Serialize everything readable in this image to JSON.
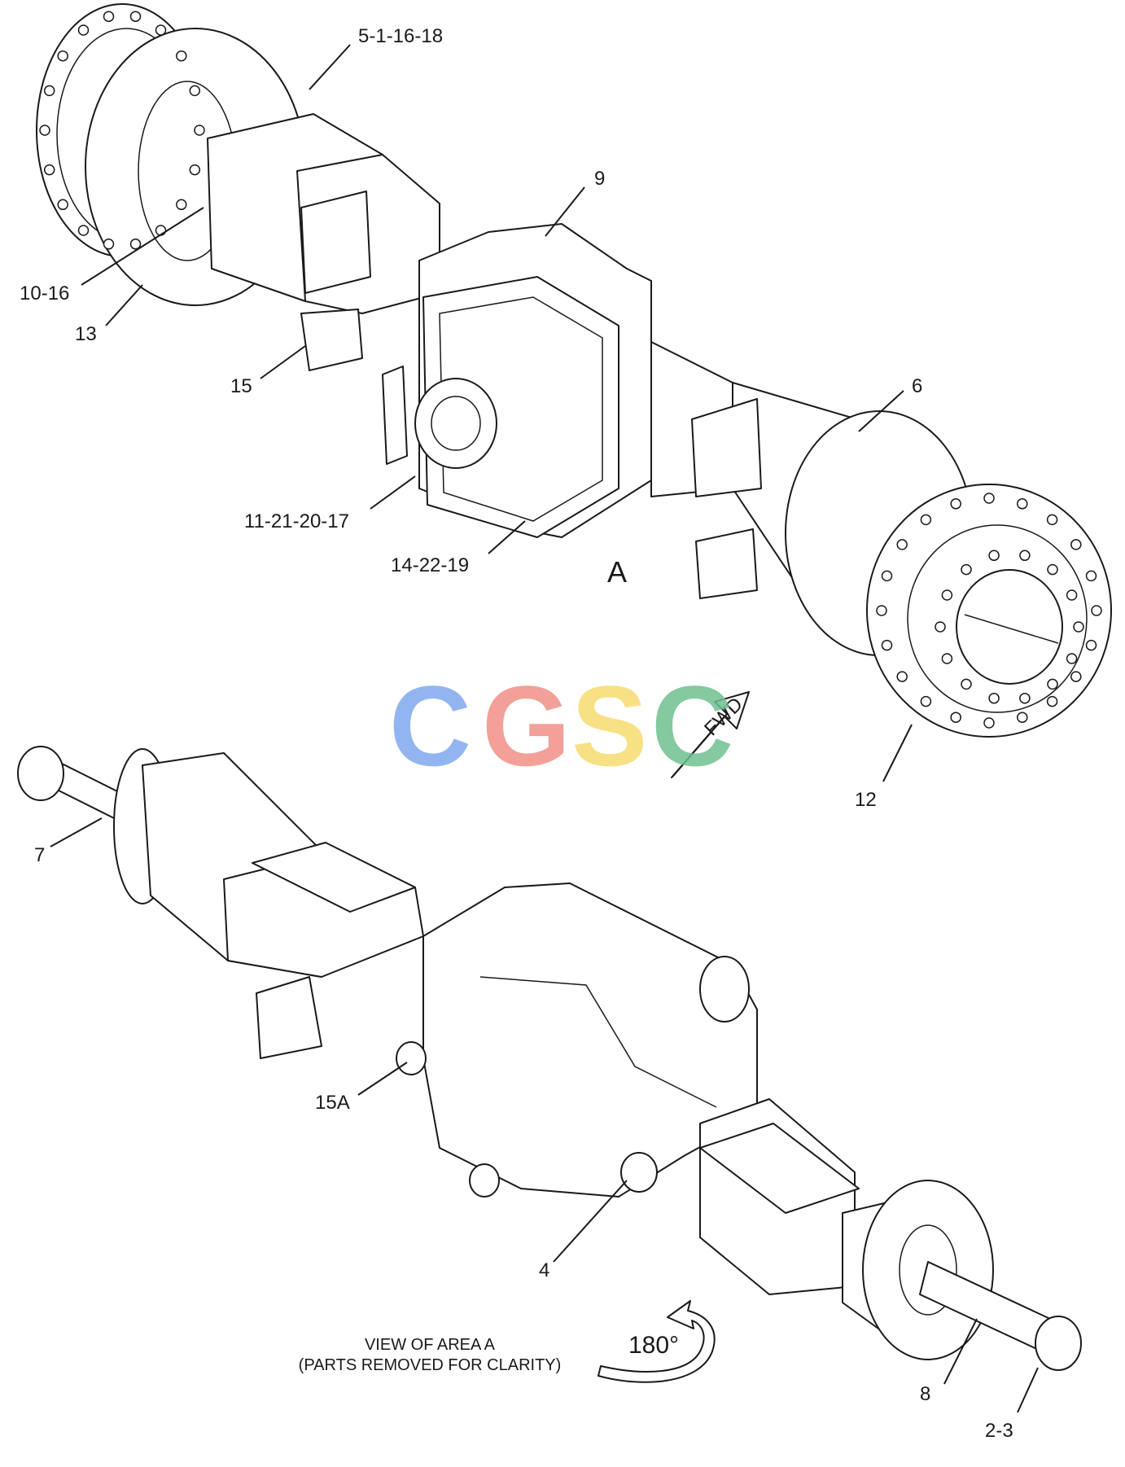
{
  "callouts": [
    {
      "id": "c-5-1-16-18",
      "label": "5-1-16-18"
    },
    {
      "id": "c-9",
      "label": "9"
    },
    {
      "id": "c-10-16",
      "label": "10-16"
    },
    {
      "id": "c-13",
      "label": "13"
    },
    {
      "id": "c-15",
      "label": "15"
    },
    {
      "id": "c-6",
      "label": "6"
    },
    {
      "id": "c-11-21-20-17",
      "label": "11-21-20-17"
    },
    {
      "id": "c-14-22-19",
      "label": "14-22-19"
    },
    {
      "id": "c-12",
      "label": "12"
    },
    {
      "id": "c-7",
      "label": "7"
    },
    {
      "id": "c-15A",
      "label": "15A"
    },
    {
      "id": "c-4",
      "label": "4"
    },
    {
      "id": "c-8",
      "label": "8"
    },
    {
      "id": "c-2-3",
      "label": "2-3"
    }
  ],
  "area_label": "A",
  "fwd_label": "FWD",
  "watermark": "CGSC",
  "view_note": {
    "line1": "VIEW OF AREA  A",
    "line2": "(PARTS REMOVED FOR CLARITY)"
  },
  "rotation_label": "180°",
  "colors": {
    "line": "#1a1a1a",
    "watermark_c1": "#7fa8f0",
    "watermark_g": "#f08f86",
    "watermark_s": "#f7dc6f",
    "watermark_c2": "#6fbf8f"
  }
}
